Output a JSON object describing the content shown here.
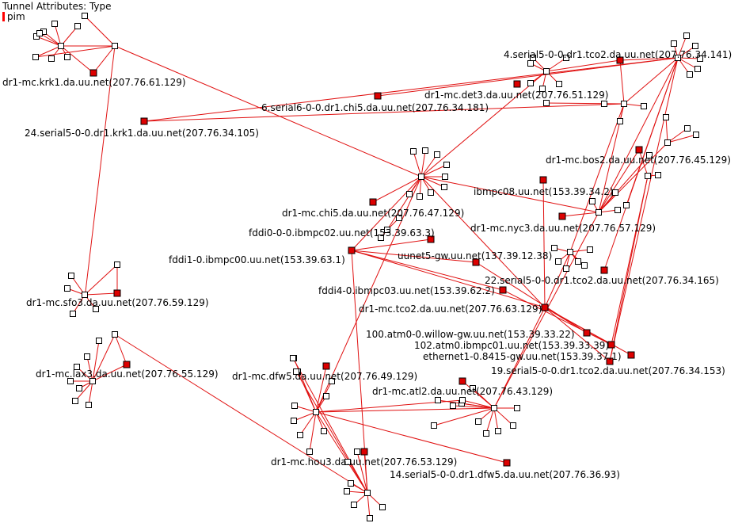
{
  "legend": {
    "title": "Tunnel Attributes: Type",
    "entry": "pim",
    "entry_color": "#ff0000"
  },
  "colors": {
    "edge": "#e01010",
    "router_fill": "#dd0000",
    "node_fill": "#ffffff",
    "node_stroke": "#000000"
  },
  "labels": {
    "krk1": "dr1-mc.krk1.da.uu.net(207.76.61.129)",
    "krk1_serial": "24.serial5-0-0.dr1.krk1.da.uu.net(207.76.34.105)",
    "chi5_serial": "6.serial6-0-0.dr1.chi5.da.uu.net(207.76.34.181)",
    "det3": "dr1-mc.det3.da.uu.net(207.76.51.129)",
    "tco2_serial4": "4.serial5-0-0.dr1.tco2.da.uu.net(207.76.34.141)",
    "bos2": "dr1-mc.bos2.da.uu.net(207.76.45.129)",
    "ibmpc08": "ibmpc08.uu.net(153.39.34.2)",
    "chi5": "dr1-mc.chi5.da.uu.net(207.76.47.129)",
    "nyc3": "dr1-mc.nyc3.da.uu.net(207.76.57.129)",
    "fddi0": "fddi0-0-0.ibmpc02.uu.net(153.39.63.3)",
    "fddi1": "fddi1-0.ibmpc00.uu.net(153.39.63.1)",
    "uunet5": "uunet5-gw.uu.net(137.39.12.38)",
    "tco2_serial22": "22.serial5-0-0.dr1.tco2.da.uu.net(207.76.34.165)",
    "fddi4": "fddi4-0.ibmpc03.uu.net(153.39.62.2)",
    "tco2": "dr1-mc.tco2.da.uu.net(207.76.63.129)",
    "sfo3": "dr1-mc.sfo3.da.uu.net(207.76.59.129)",
    "atm100": "100.atm0-0.willow-gw.uu.net(153.39.33.22)",
    "atm102": "102.atm0.ibmpc01.uu.net(153.39.33.39)",
    "ethernet1": "ethernet1-0.8415-gw.uu.net(153.39.37.1)",
    "tco2_serial19": "19.serial5-0-0.dr1.tco2.da.uu.net(207.76.34.153)",
    "lax3": "dr1-mc.lax3.da.uu.net(207.76.55.129)",
    "dfw5": "dr1-mc.dfw5.da.uu.net(207.76.49.129)",
    "atl2": "dr1-mc.atl2.da.uu.net(207.76.43.129)",
    "hou3": "dr1-mc.hou3.da.uu.net(207.76.53.129)",
    "dfw5_serial14": "14.serial5-0-0.dr1.dfw5.da.uu.net(207.76.36.93)"
  }
}
